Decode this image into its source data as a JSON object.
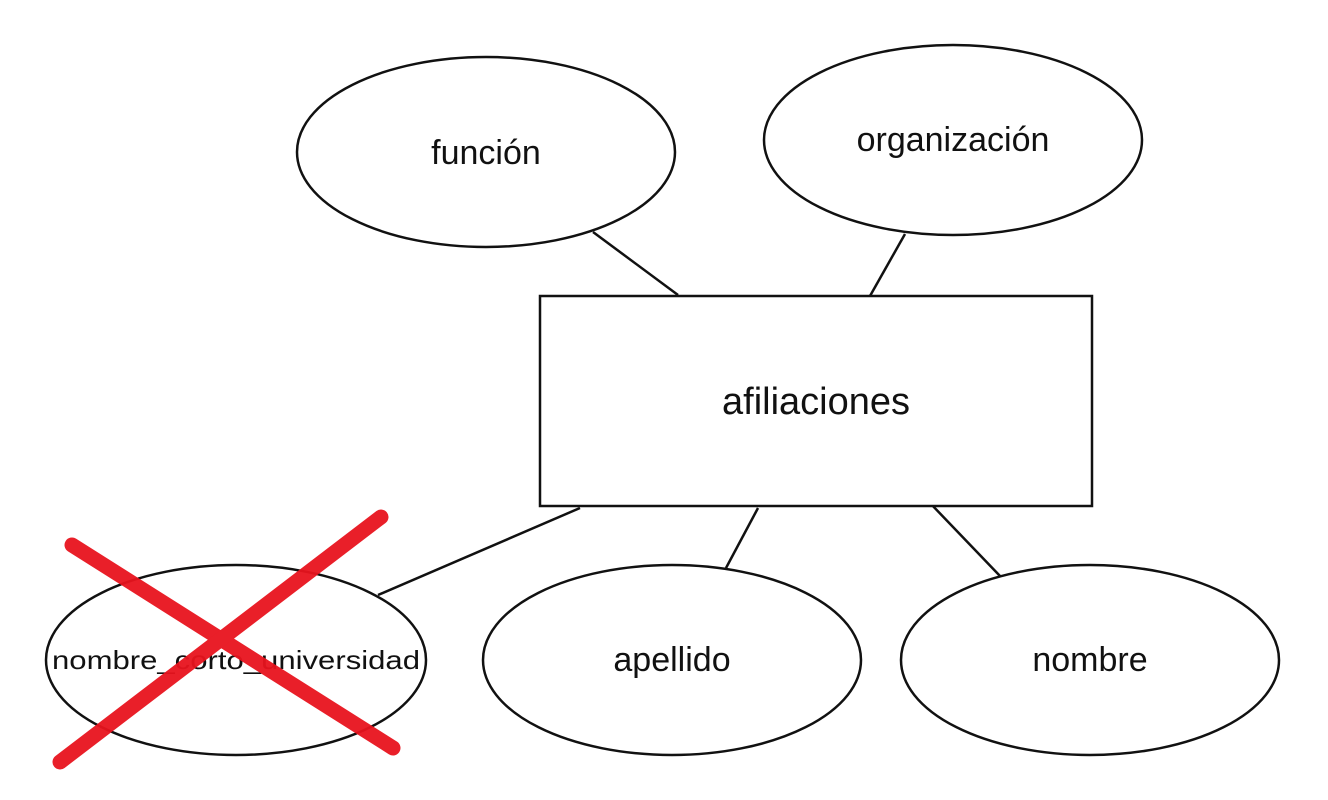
{
  "entity": {
    "label": "afiliaciones"
  },
  "attributes": [
    {
      "label": "función"
    },
    {
      "label": "organización"
    },
    {
      "label": "nombre_corto_universidad",
      "crossed_out": true
    },
    {
      "label": "apellido"
    },
    {
      "label": "nombre"
    }
  ],
  "colors": {
    "stroke": "#111111",
    "cross": "#e8141e"
  }
}
